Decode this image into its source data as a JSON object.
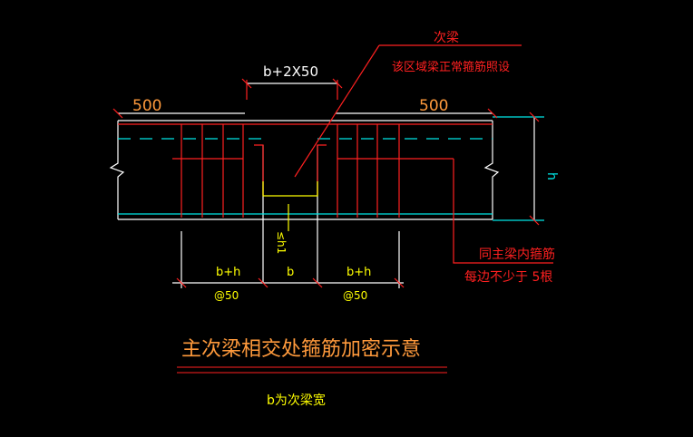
{
  "colors": {
    "background": "#000000",
    "white": "#FFFFFF",
    "red": "#FF2020",
    "cyan": "#00E5E5",
    "yellow": "#FFFF00",
    "orange": "#FF9A3C"
  },
  "labels": {
    "secondary_beam": "次梁",
    "secondary_beam_note": "该区域梁正常箍筋照设",
    "dim_b2x50": "b+2X50",
    "dim_left_500": "500",
    "dim_right_500": "500",
    "dim_h": "h",
    "dim_small": "≤h1",
    "dim_bh_left": "b+h",
    "dim_b": "b",
    "dim_bh_right": "b+h",
    "at50_left": "@50",
    "at50_right": "@50",
    "note_main_stirrup": "同主梁内箍筋",
    "note_each_side": "每边不少于 5根",
    "title": "主次梁相交处箍筋加密示意",
    "footnote": "b为次梁宽"
  }
}
